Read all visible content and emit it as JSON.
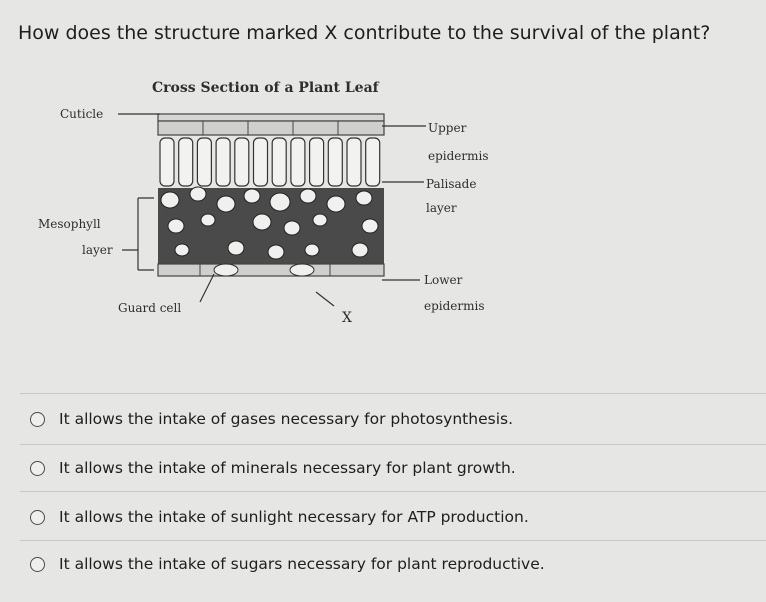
{
  "question": "How does the structure marked X contribute to the survival of the plant?",
  "figure": {
    "title": "Cross Section of a Plant Leaf",
    "labels": {
      "cuticle": "Cuticle",
      "upper_epidermis_1": "Upper",
      "upper_epidermis_2": "epidermis",
      "palisade_1": "Palisade",
      "palisade_2": "layer",
      "mesophyll_1": "Mesophyll",
      "mesophyll_2": "layer",
      "lower_epidermis_1": "Lower",
      "lower_epidermis_2": "epidermis",
      "guard_cell": "Guard cell",
      "x_marker": "X"
    }
  },
  "options": [
    {
      "label": "It allows the intake of gases necessary for photosynthesis."
    },
    {
      "label": "It allows the intake of minerals necessary for plant growth."
    },
    {
      "label": "It allows the intake of sunlight necessary for ATP production."
    },
    {
      "label": "It allows the intake of sugars necessary for plant reproductive."
    }
  ]
}
